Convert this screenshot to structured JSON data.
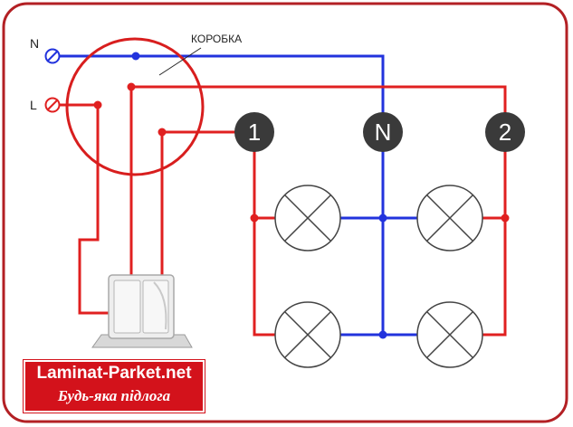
{
  "diagram": {
    "box_label": "КОРОБКА",
    "terminal_n": "N",
    "terminal_l": "L",
    "node_1": "1",
    "node_n": "N",
    "node_2": "2"
  },
  "logo": {
    "line1": "Laminat-Parket.net",
    "line2": "Будь-яка підлога"
  },
  "colors": {
    "frame": "#b32024",
    "phase_wire": "#e02020",
    "neutral_wire": "#2233dd",
    "node_fill": "#3a3a3a",
    "logo_bg": "#d3121b"
  }
}
